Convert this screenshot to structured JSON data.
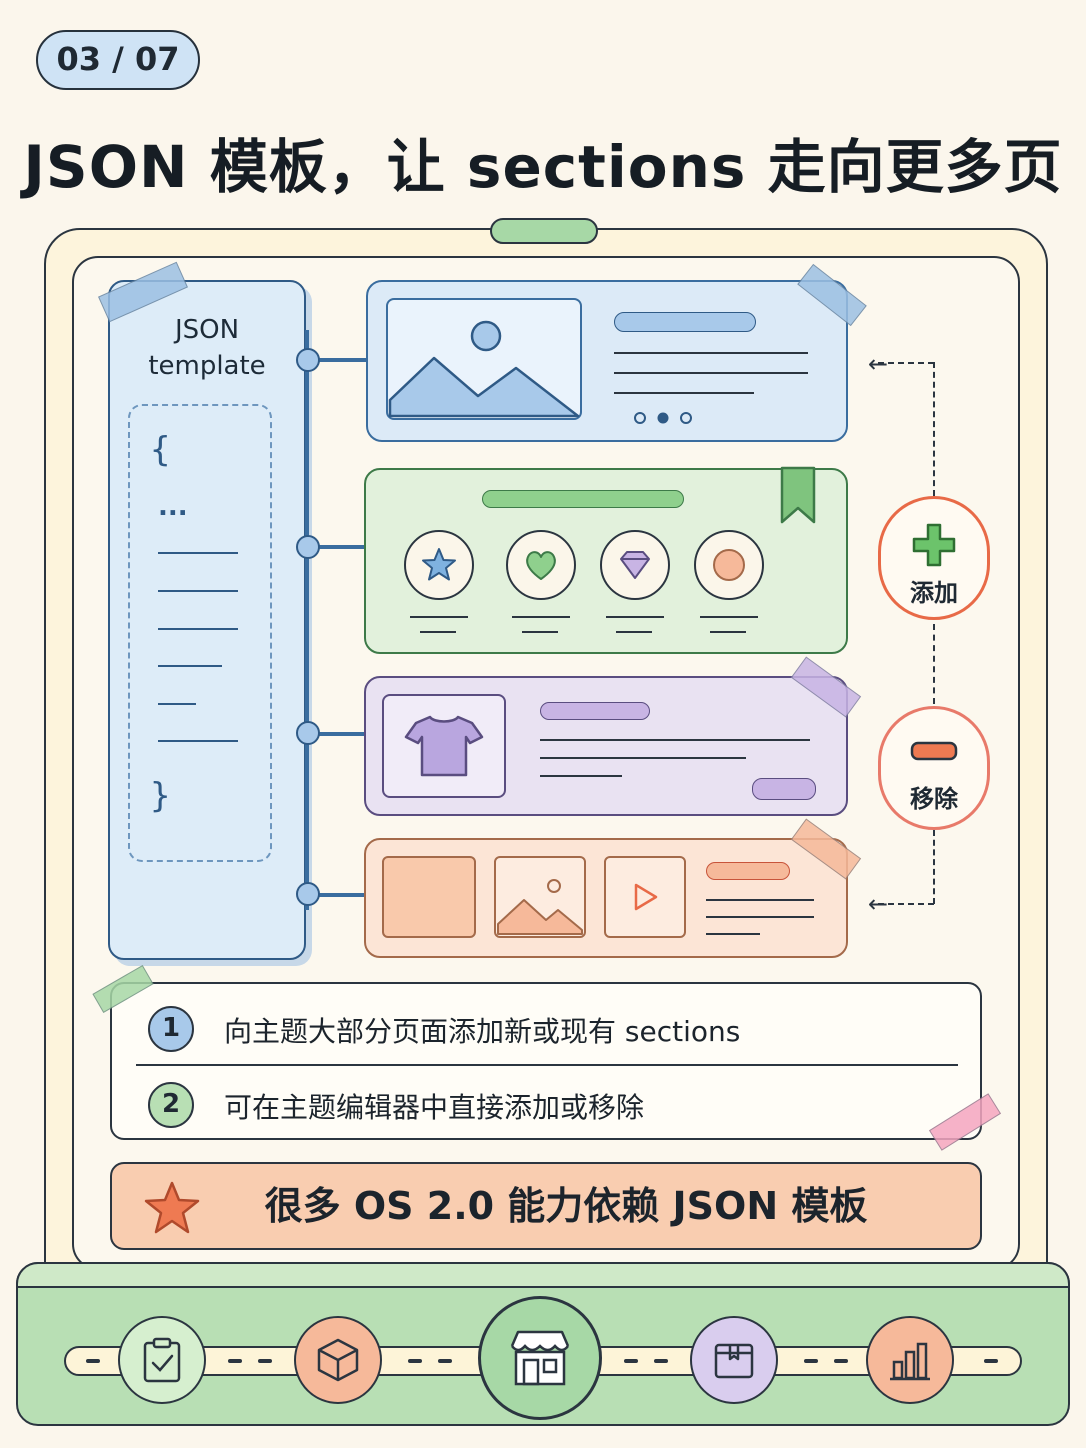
{
  "page_badge": "03 / 07",
  "title": "JSON 模板，让 sections 走向更多页面",
  "json_panel": {
    "label_line1": "JSON",
    "label_line2": "template",
    "open_brace": "{",
    "ellipsis": "...",
    "close_brace": "}"
  },
  "actions": {
    "add_label": "添加",
    "remove_label": "移除"
  },
  "points": [
    {
      "number": "1",
      "text": "向主题大部分页面添加新或现有 sections"
    },
    {
      "number": "2",
      "text": "可在主题编辑器中直接添加或移除"
    }
  ],
  "banner": {
    "text": "很多 OS 2.0 能力依赖 JSON 模板",
    "icon": "star-icon"
  },
  "dock_icons": [
    "clipboard-check-icon",
    "box-icon",
    "storefront-icon",
    "package-icon",
    "bar-chart-icon"
  ],
  "colors": {
    "blue": "#dceaf7",
    "green": "#e2f1dc",
    "purple": "#e9e2f2",
    "orange": "#fce5d6",
    "accent_red": "#e86a47",
    "add_green": "#5cb85c"
  }
}
